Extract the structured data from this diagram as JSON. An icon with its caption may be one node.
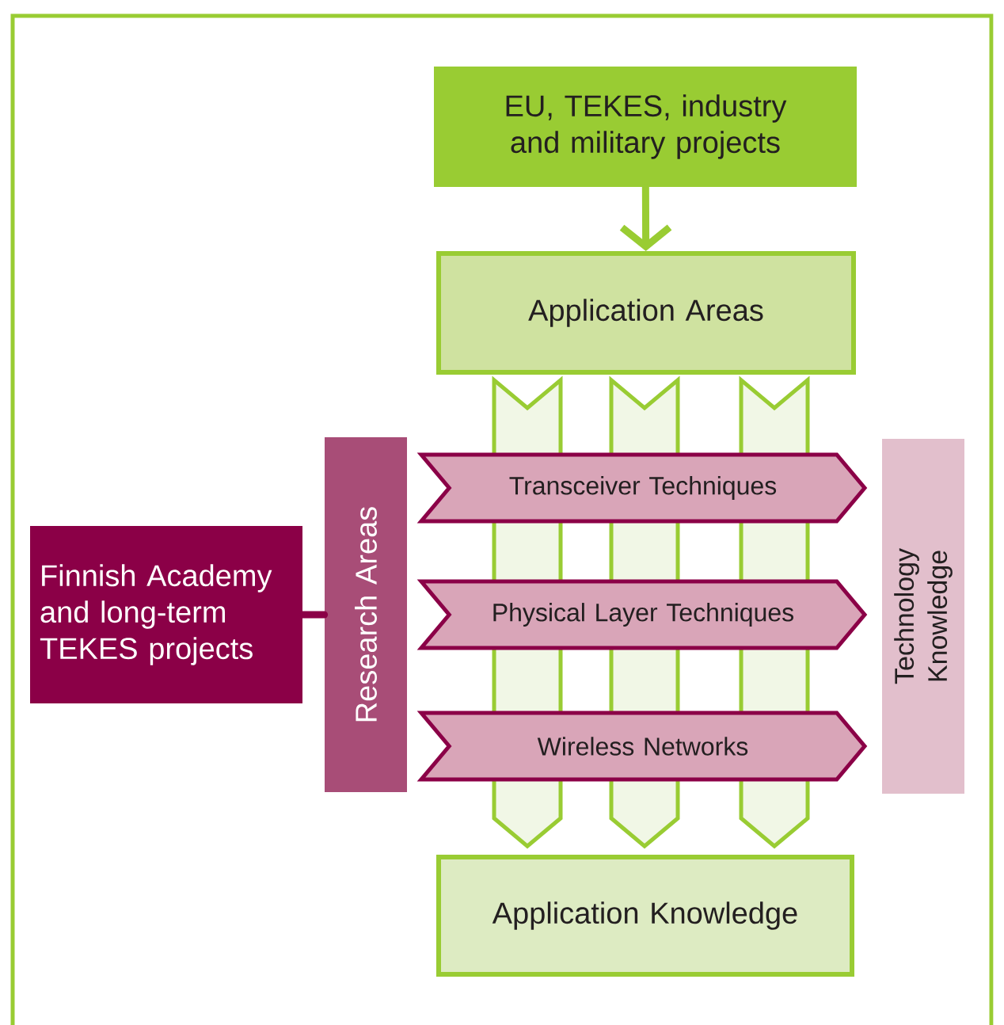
{
  "diagram": {
    "nodes": [
      {
        "text": [
          "EU, TEKES, industry and military projects"
        ]
      },
      {
        "text": [
          "Application Areas"
        ]
      },
      {
        "text": [
          "Finnish Academy and long-term TEKES projects"
        ]
      },
      {
        "text": [
          "Research Areas"
        ]
      },
      {
        "text": [
          "Transceiver Techniques"
        ]
      },
      {
        "text": [
          "Physical Layer Techniques"
        ]
      },
      {
        "text": [
          "Wireless Networks"
        ]
      },
      {
        "text": [
          "Technology Knowledge"
        ]
      },
      {
        "text": [
          "Application Knowledge"
        ]
      },
      {
        "text": [],
        "shape": "chevron"
      },
      {
        "text": [],
        "shape": "chevron"
      },
      {
        "text": [],
        "shape": "chevron"
      }
    ],
    "edges": [
      {
        "from": 0,
        "to": 1,
        "arrow": "to"
      },
      {
        "from": 2,
        "to": 3,
        "arrow": "none",
        "color": "#8b0047"
      }
    ]
  }
}
